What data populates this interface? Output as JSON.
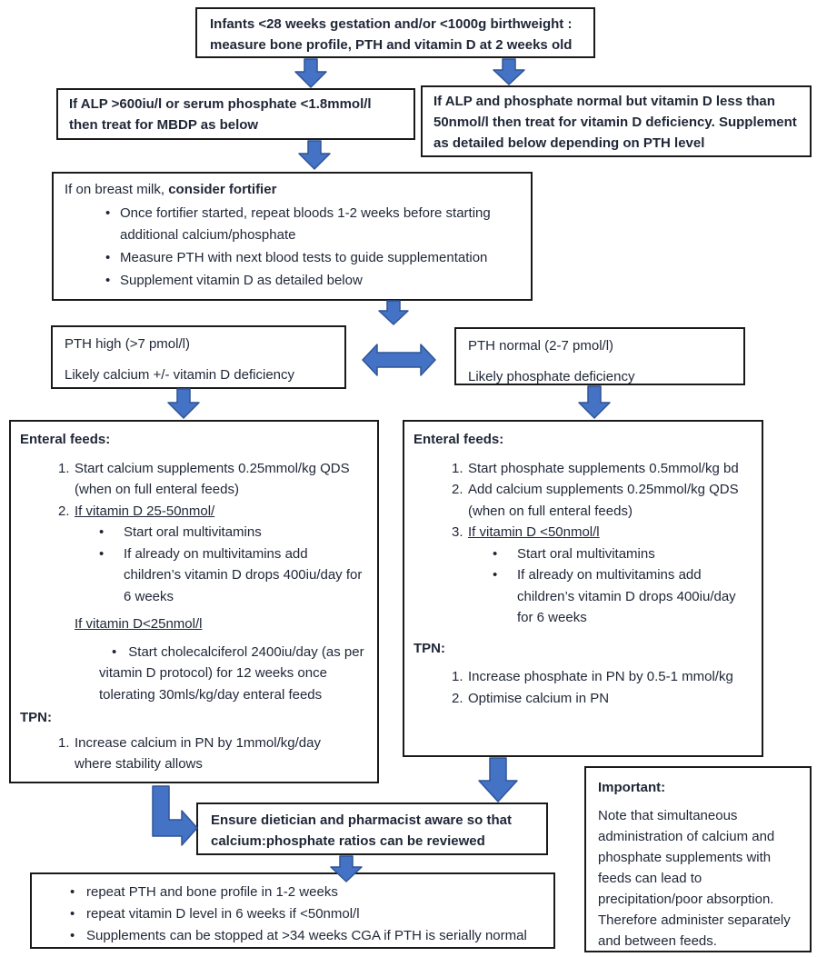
{
  "colors": {
    "arrow_fill": "#4472C4",
    "arrow_stroke": "#2F5496",
    "box_border": "#1A1A1A",
    "text": "#1F2636"
  },
  "glyphs": {
    "bullet": "•"
  },
  "title_box": {
    "line1": "Infants <28 weeks gestation and/or <1000g birthweight :",
    "line2": "measure bone profile, PTH and vitamin D at 2 weeks old"
  },
  "alp_high_box": {
    "line1": "If ALP >600iu/l or serum phosphate <1.8mmol/l",
    "line2": "then treat for MBDP as below"
  },
  "alp_normal_box": {
    "line1": "If ALP and phosphate normal but vitamin D less than",
    "line2": "50nmol/l then treat for vitamin D deficiency.  Supplement",
    "line3": "as detailed below depending on PTH level"
  },
  "fortifier_box": {
    "header_prefix": "If on breast milk, ",
    "header_bold": "consider fortifier",
    "bullets": [
      "Once fortifier started, repeat bloods 1-2 weeks before starting additional calcium/phosphate",
      "Measure PTH with next blood tests to guide supplementation",
      "Supplement vitamin D as detailed below"
    ]
  },
  "pth_high_box": {
    "line1": "PTH high (>7 pmol/l)",
    "line2": "Likely calcium +/- vitamin D deficiency"
  },
  "pth_normal_box": {
    "line1": "PTH normal (2-7 pmol/l)",
    "line2": "Likely phosphate deficiency"
  },
  "calcium_pathway": {
    "header": "Enteral feeds:",
    "items": [
      {
        "num": "1.",
        "text": "Start calcium supplements 0.25mmol/kg QDS (when on full enteral feeds)"
      },
      {
        "num": "2.",
        "text_underlined": "If vitamin D 25-50nmol/",
        "bullets": [
          "Start oral multivitamins",
          "If already on multivitamins add children’s vitamin D drops 400iu/day for 6 weeks"
        ]
      }
    ],
    "vitd_low_header": "If vitamin D<25nmol/l",
    "vitd_low_bullet": "Start cholecalciferol 2400iu/day (as per vitamin D protocol) for 12 weeks once tolerating 30mls/kg/day enteral feeds",
    "tpn_header": "TPN:",
    "tpn_items": [
      {
        "num": "1.",
        "text": "Increase calcium in PN by 1mmol/kg/day where stability allows"
      }
    ]
  },
  "phosphate_pathway": {
    "header": "Enteral feeds:",
    "items": [
      {
        "num": "1.",
        "text": "Start phosphate supplements 0.5mmol/kg bd"
      },
      {
        "num": "2.",
        "text": "Add calcium supplements 0.25mmol/kg QDS (when on full enteral feeds)"
      },
      {
        "num": "3.",
        "text_underlined": "If vitamin D <50nmol/l",
        "bullets": [
          "Start oral multivitamins",
          "If already on multivitamins add children’s vitamin D drops 400iu/day for 6 weeks"
        ]
      }
    ],
    "tpn_header": "TPN:",
    "tpn_items": [
      {
        "num": "1.",
        "text": "Increase phosphate in PN by 0.5-1 mmol/kg"
      },
      {
        "num": "2.",
        "text": "Optimise calcium in PN"
      }
    ]
  },
  "dietician_box": {
    "line1": "Ensure dietician and pharmacist aware so that",
    "line2": "calcium:phosphate ratios can be reviewed"
  },
  "followup_box": {
    "bullets": [
      "repeat PTH and bone profile in 1-2 weeks",
      "repeat vitamin D level in 6 weeks if <50nmol/l",
      "Supplements can be stopped at >34 weeks CGA if PTH is serially normal"
    ]
  },
  "important_box": {
    "header": "Important:",
    "body": "Note that simultaneous administration of calcium and phosphate supplements with feeds can lead to precipitation/poor absorption. Therefore administer separately and between feeds."
  }
}
